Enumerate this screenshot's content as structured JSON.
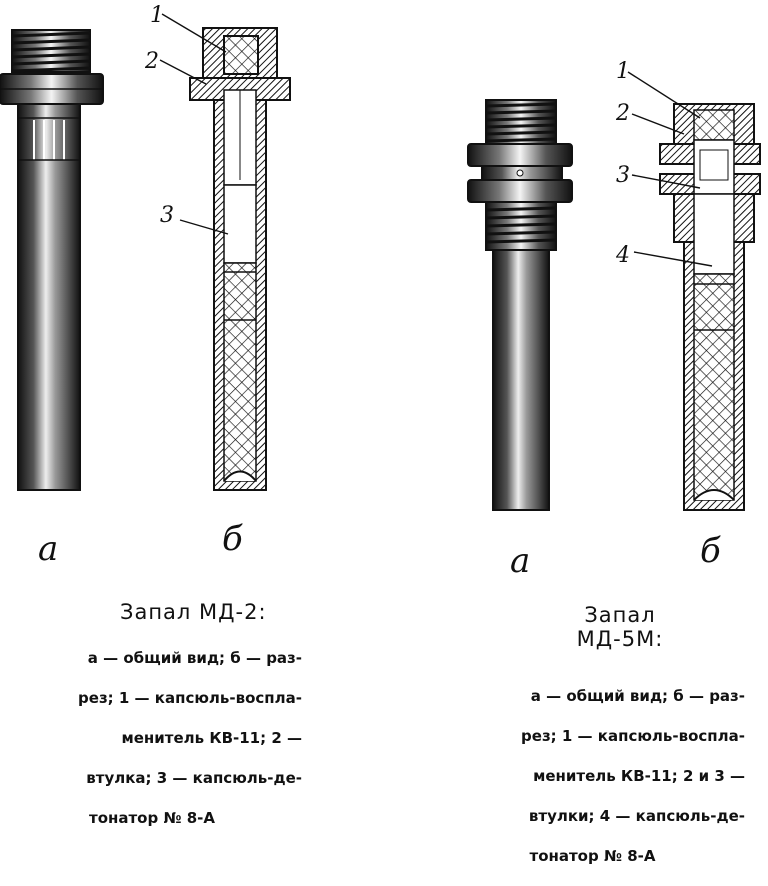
{
  "figures": [
    {
      "callouts": [
        "1",
        "2",
        "3"
      ],
      "sublabels": {
        "a": "а",
        "b": "б"
      },
      "title": "Запал МД-2:",
      "caption_lines": [
        "а — общий вид; б — раз-",
        "рез; 1 — капсюль-воспла-",
        "менитель  КВ-11;   2 —",
        "втулка;  3 — капсюль-де-",
        "тонатор № 8-А"
      ]
    },
    {
      "callouts": [
        "1",
        "2",
        "3",
        "4"
      ],
      "sublabels": {
        "a": "а",
        "b": "б"
      },
      "title": "Запал\nМД-5М:",
      "caption_lines": [
        "а — общий  вид;  б — раз-",
        "рез;  1 — капсюль-воспла-",
        "менитель  КВ-11;  2 и 3 —",
        "втулки;    4 — капсюль-де-",
        "тонатор  № 8-А"
      ]
    }
  ]
}
